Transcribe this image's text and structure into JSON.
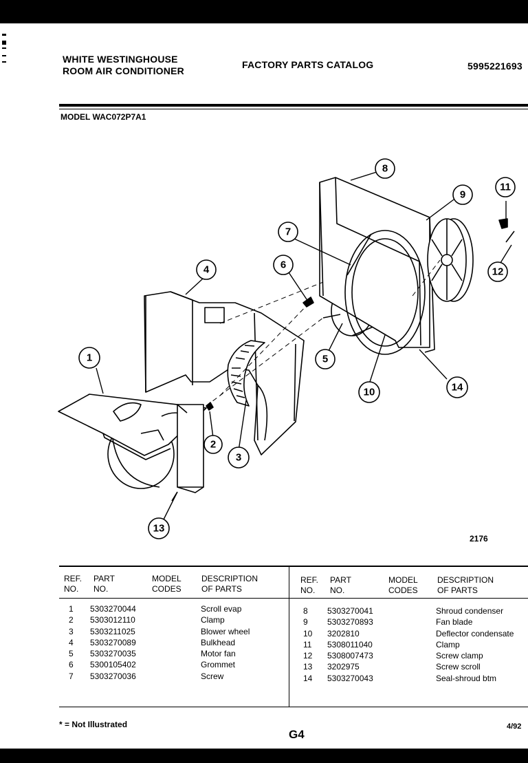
{
  "header": {
    "brand_line1": "WHITE WESTINGHOUSE",
    "brand_line2": "ROOM AIR CONDITIONER",
    "catalog_title": "FACTORY PARTS CATALOG",
    "catalog_number": "5995221693"
  },
  "model": "MODEL WAC072P7A1",
  "figure_number": "2176",
  "callouts": [
    "1",
    "2",
    "3",
    "4",
    "5",
    "6",
    "7",
    "8",
    "9",
    "10",
    "11",
    "12",
    "13",
    "14"
  ],
  "table": {
    "headers": {
      "ref": [
        "REF.",
        "NO."
      ],
      "part": [
        "PART",
        "NO."
      ],
      "codes": [
        "MODEL",
        "CODES"
      ],
      "desc": [
        "DESCRIPTION",
        "OF PARTS"
      ]
    },
    "left": [
      {
        "ref": "1",
        "part": "5303270044",
        "desc": "Scroll evap"
      },
      {
        "ref": "2",
        "part": "5303012110",
        "desc": "Clamp"
      },
      {
        "ref": "3",
        "part": "5303211025",
        "desc": "Blower wheel"
      },
      {
        "ref": "4",
        "part": "5303270089",
        "desc": "Bulkhead"
      },
      {
        "ref": "5",
        "part": "5303270035",
        "desc": "Motor fan"
      },
      {
        "ref": "6",
        "part": "5300105402",
        "desc": "Grommet"
      },
      {
        "ref": "7",
        "part": "5303270036",
        "desc": "Screw"
      }
    ],
    "right": [
      {
        "ref": "8",
        "part": "5303270041",
        "desc": "Shroud condenser"
      },
      {
        "ref": "9",
        "part": "5303270893",
        "desc": "Fan blade"
      },
      {
        "ref": "10",
        "part": "3202810",
        "desc": "Deflector condensate"
      },
      {
        "ref": "11",
        "part": "5308011040",
        "desc": "Clamp"
      },
      {
        "ref": "12",
        "part": "5308007473",
        "desc": "Screw clamp"
      },
      {
        "ref": "13",
        "part": "3202975",
        "desc": "Screw scroll"
      },
      {
        "ref": "14",
        "part": "5303270043",
        "desc": "Seal-shroud btm"
      }
    ]
  },
  "footer": {
    "note": "* = Not Illustrated",
    "page": "G4",
    "date": "4/92"
  }
}
